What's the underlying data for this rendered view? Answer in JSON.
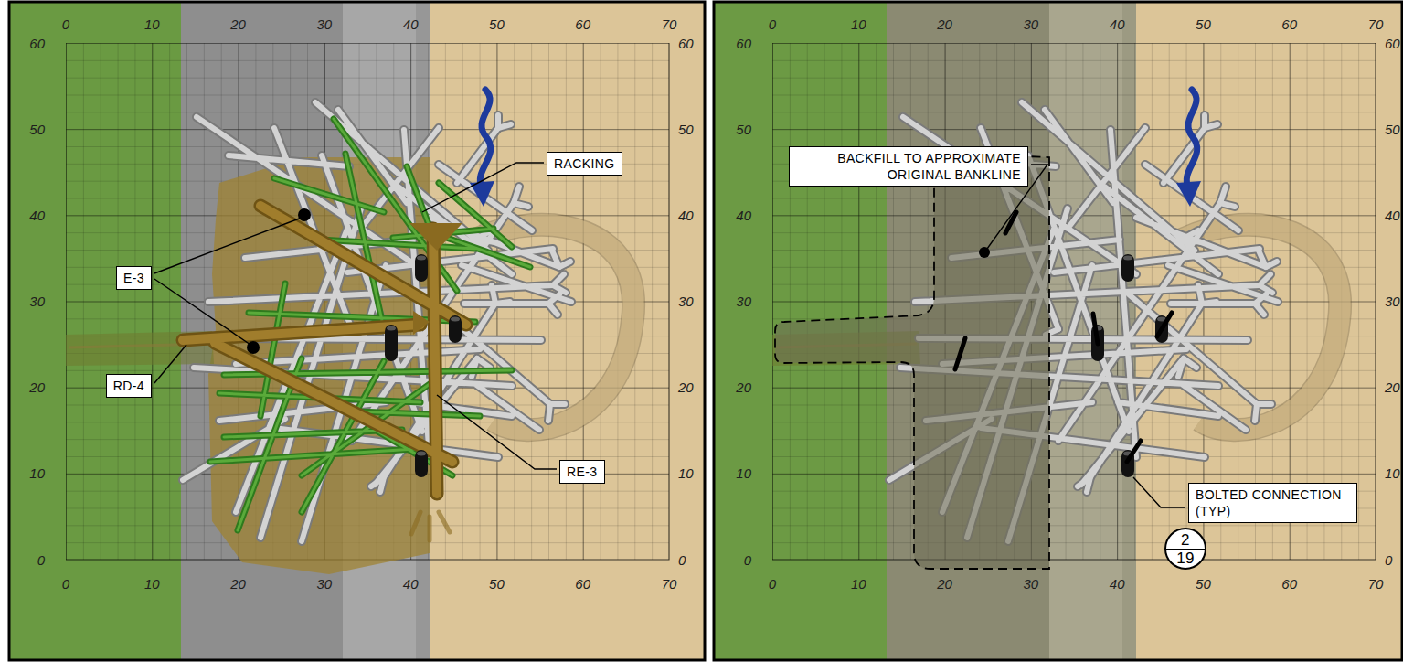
{
  "diagram": {
    "nodes": [
      {
        "text": [
          "RACKING"
        ]
      },
      {
        "text": [
          "E-3"
        ]
      },
      {
        "text": [
          "RD-4"
        ]
      },
      {
        "text": [
          "RE-3"
        ]
      },
      {
        "text": [
          "BACKFILL TO APPROXIMATE ORIGINAL BANKLINE"
        ]
      },
      {
        "text": [
          "BOLTED CONNECTION (TYP)"
        ]
      },
      {
        "text": [
          "2",
          "19"
        ]
      }
    ],
    "labels": [
      "0",
      "10",
      "20",
      "30",
      "40",
      "50",
      "60",
      "70",
      "60",
      "50",
      "40",
      "30",
      "20",
      "10",
      "0",
      "60",
      "50",
      "40",
      "30",
      "20",
      "10",
      "0",
      "0",
      "10",
      "20",
      "30",
      "40",
      "50",
      "60",
      "70",
      "0",
      "10",
      "20",
      "30",
      "40",
      "50",
      "60",
      "70",
      "60",
      "50",
      "40",
      "30",
      "20",
      "10",
      "0",
      "60",
      "50",
      "40",
      "30",
      "20",
      "10",
      "0",
      "0",
      "10",
      "20",
      "30",
      "40",
      "50",
      "60",
      "70"
    ]
  }
}
